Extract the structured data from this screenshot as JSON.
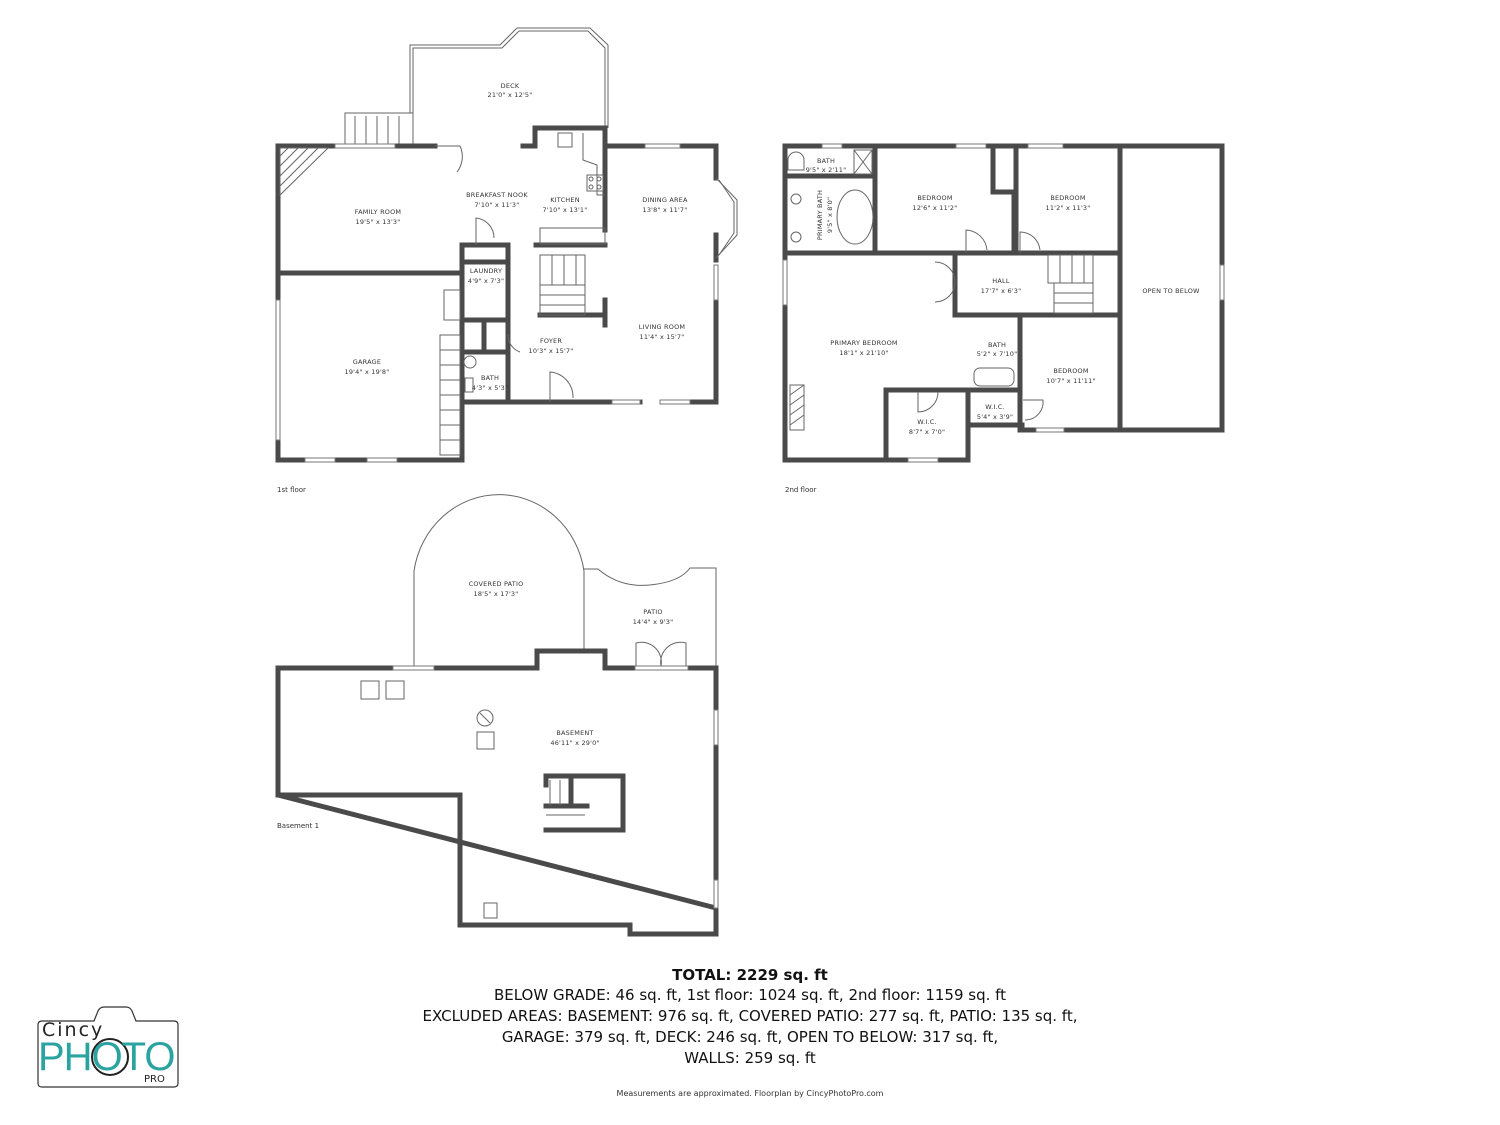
{
  "floors": {
    "first": {
      "label": "1st floor",
      "rooms": [
        {
          "name": "DECK",
          "dims": "21'0\" x 12'5\""
        },
        {
          "name": "FAMILY ROOM",
          "dims": "19'5\" x 13'3\""
        },
        {
          "name": "BREAKFAST NOOK",
          "dims": "7'10\" x 11'3\""
        },
        {
          "name": "KITCHEN",
          "dims": "7'10\" x 13'1\""
        },
        {
          "name": "DINING AREA",
          "dims": "13'8\" x 11'7\""
        },
        {
          "name": "LAUNDRY",
          "dims": "4'9\" x 7'3\""
        },
        {
          "name": "GARAGE",
          "dims": "19'4\" x 19'8\""
        },
        {
          "name": "FOYER",
          "dims": "10'3\" x 15'7\""
        },
        {
          "name": "LIVING ROOM",
          "dims": "11'4\" x 15'7\""
        },
        {
          "name": "BATH",
          "dims": "4'3\" x 5'3\""
        }
      ]
    },
    "second": {
      "label": "2nd floor",
      "rooms": [
        {
          "name": "BATH",
          "dims": "9'5\" x 2'11\""
        },
        {
          "name": "PRIMARY BATH",
          "dims": "9'5\" x 8'0\""
        },
        {
          "name": "BEDROOM",
          "dims": "12'6\" x 11'2\""
        },
        {
          "name": "BEDROOM",
          "dims": "11'2\" x 11'3\""
        },
        {
          "name": "OPEN TO BELOW",
          "dims": ""
        },
        {
          "name": "HALL",
          "dims": "17'7\" x 6'3\""
        },
        {
          "name": "PRIMARY BEDROOM",
          "dims": "18'1\" x 21'10\""
        },
        {
          "name": "BATH",
          "dims": "5'2\" x 7'10\""
        },
        {
          "name": "BEDROOM",
          "dims": "10'7\" x 11'11\""
        },
        {
          "name": "W.I.C.",
          "dims": "8'7\" x 7'0\""
        },
        {
          "name": "W.I.C.",
          "dims": "5'4\" x 3'9\""
        }
      ]
    },
    "basement": {
      "label": "Basement 1",
      "rooms": [
        {
          "name": "COVERED PATIO",
          "dims": "18'5\" x 17'3\""
        },
        {
          "name": "PATIO",
          "dims": "14'4\" x 9'3\""
        },
        {
          "name": "BASEMENT",
          "dims": "46'11\" x 29'0\""
        }
      ]
    }
  },
  "summary": {
    "total": "TOTAL: 2229 sq. ft",
    "lines": [
      "BELOW GRADE: 46 sq. ft, 1st floor: 1024 sq. ft, 2nd floor: 1159 sq. ft",
      "EXCLUDED AREAS: BASEMENT: 976 sq. ft, COVERED PATIO: 277 sq. ft, PATIO: 135 sq. ft,",
      "GARAGE: 379 sq. ft, DECK: 246 sq. ft, OPEN TO BELOW: 317 sq. ft,",
      "WALLS: 259 sq. ft"
    ]
  },
  "footer": "Measurements are approximated. Floorplan by CincyPhotoPro.com",
  "logo": {
    "top": "Cincy",
    "main": "PHOTO",
    "sub": "PRO",
    "accent": "#2ba3a0"
  }
}
